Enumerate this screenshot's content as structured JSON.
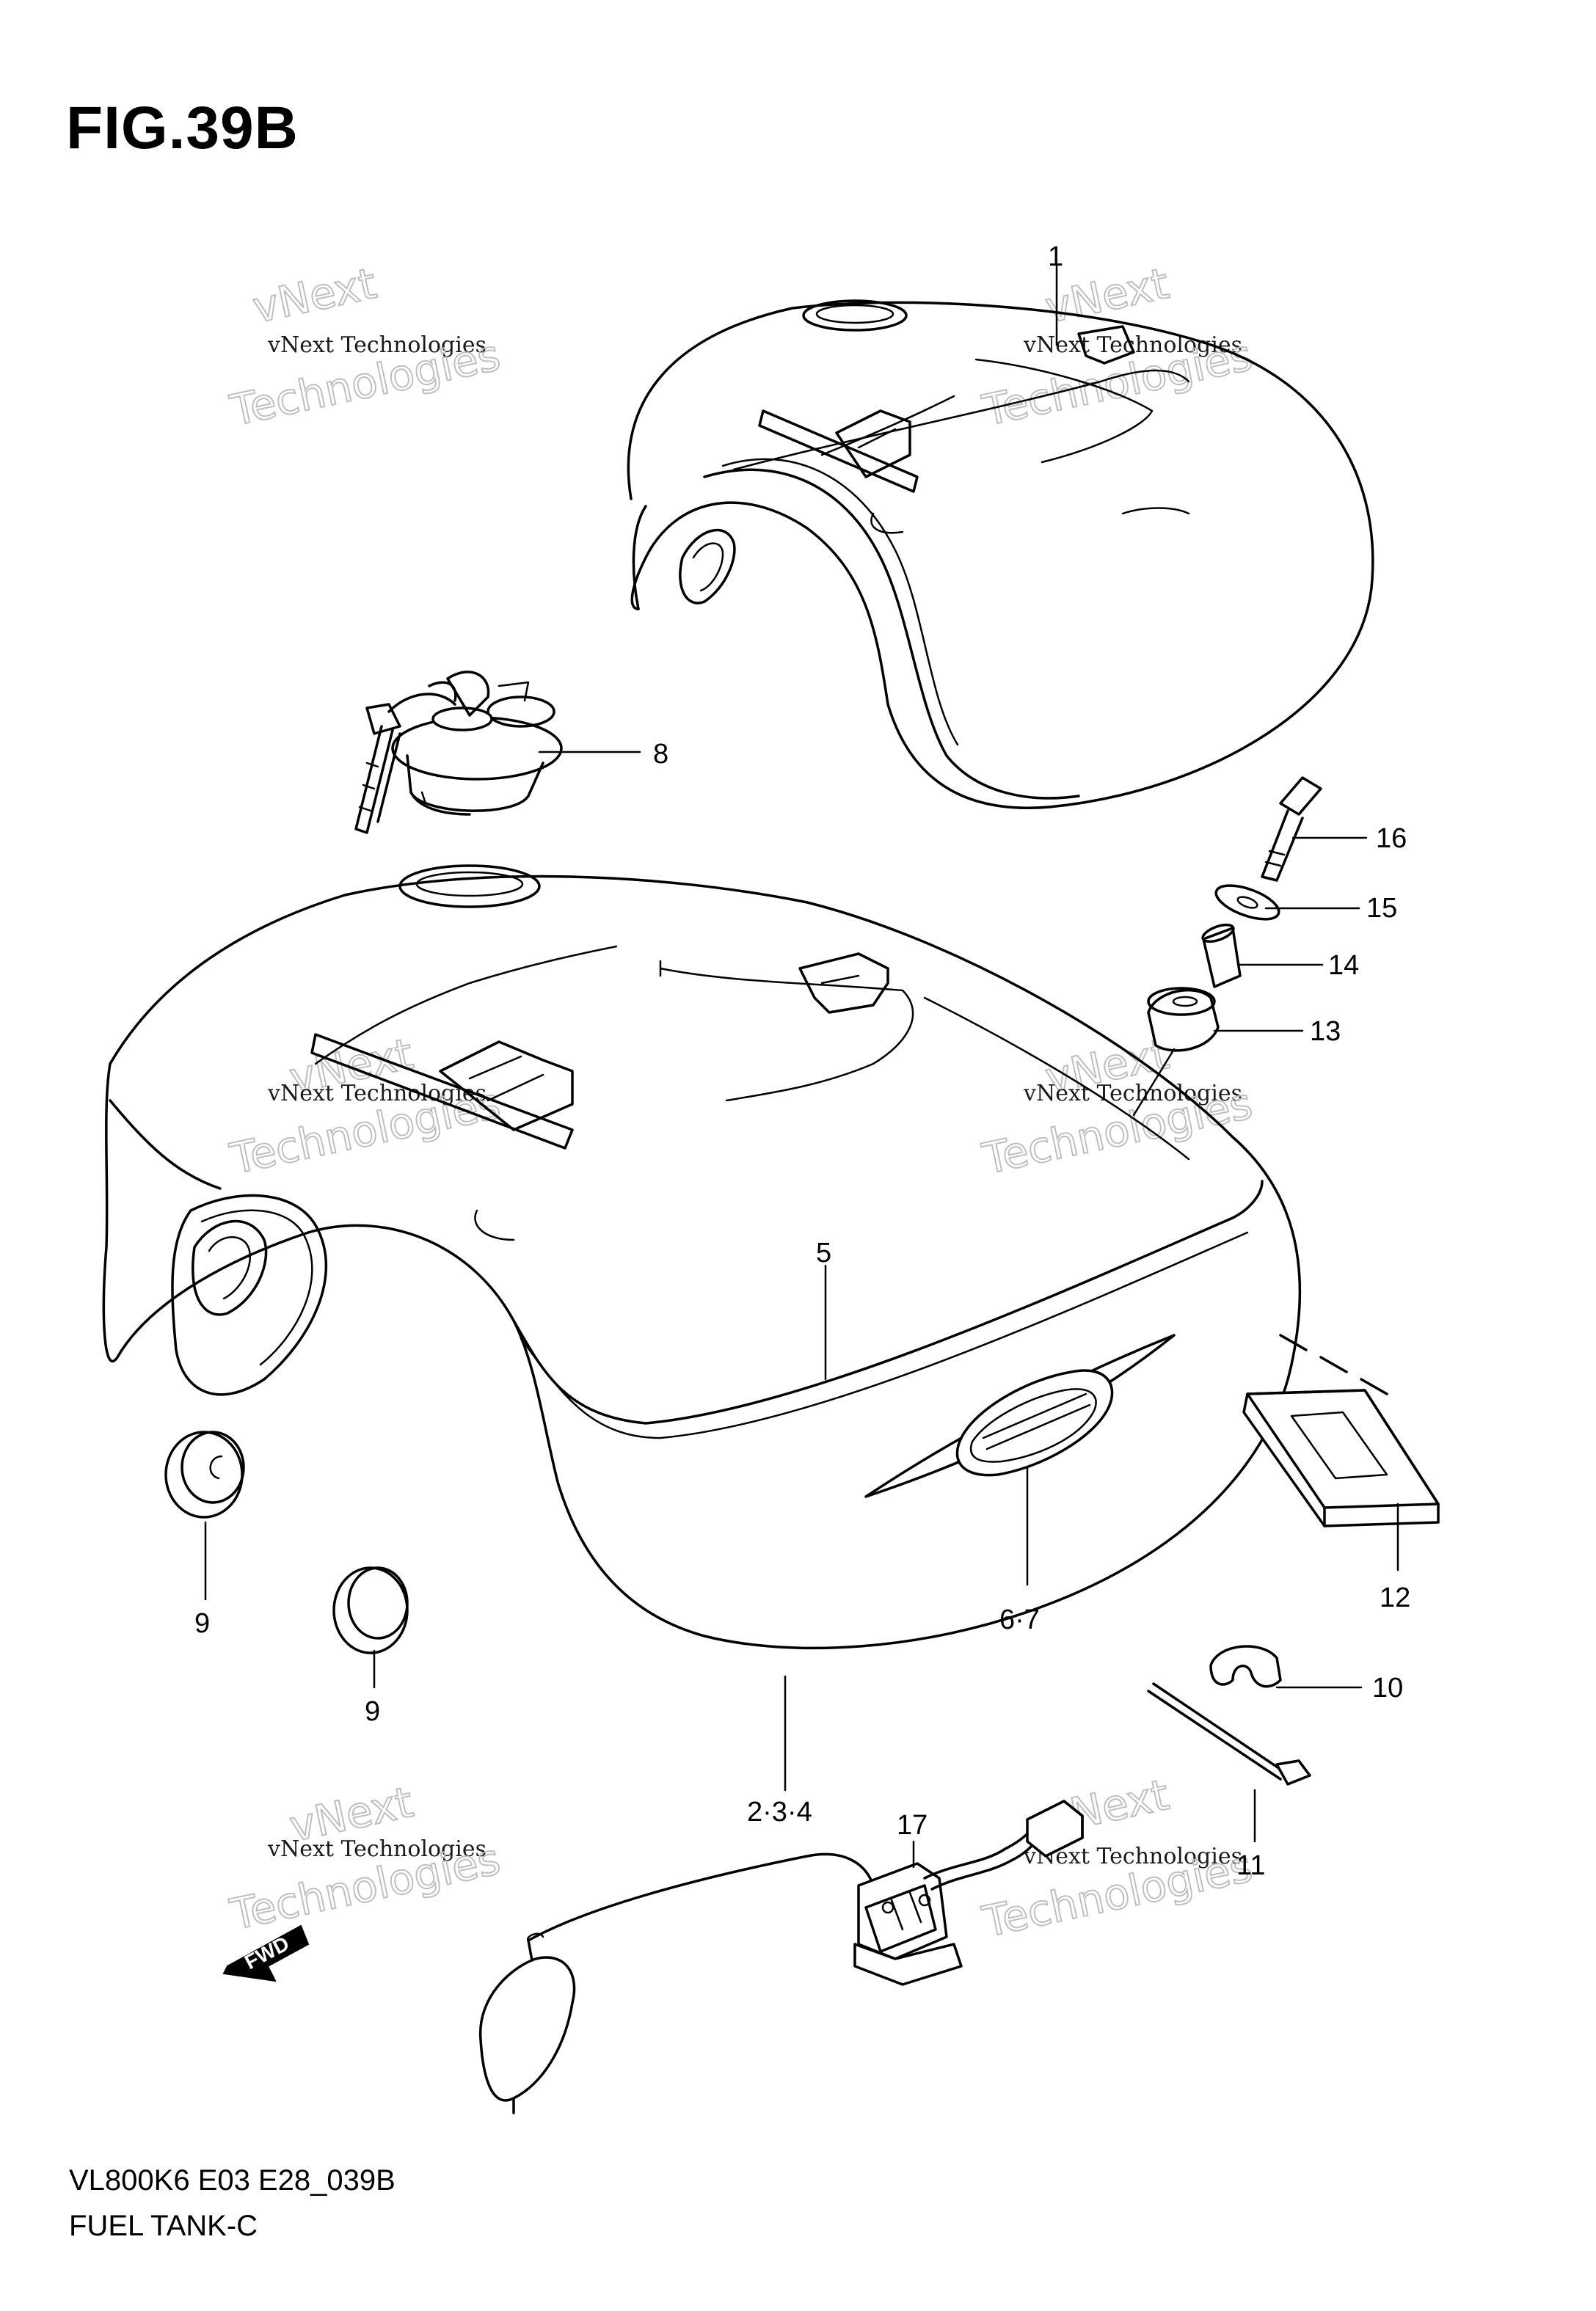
{
  "figure": {
    "title": "FIG.39B",
    "model_code": "VL800K6 E03 E28_039B",
    "name": "FUEL TANK-C"
  },
  "callouts": {
    "c1": "1",
    "c2": "2·3·4",
    "c5": "5",
    "c6": "6·7",
    "c8": "8",
    "c9a": "9",
    "c9b": "9",
    "c10": "10",
    "c11": "11",
    "c12": "12",
    "c13": "13",
    "c14": "14",
    "c15": "15",
    "c16": "16",
    "c17": "17"
  },
  "watermark": {
    "line_small": "vNext Technologies",
    "line_big": "Technologies",
    "line_top": "vNext"
  },
  "fwd_marker": "FWD"
}
